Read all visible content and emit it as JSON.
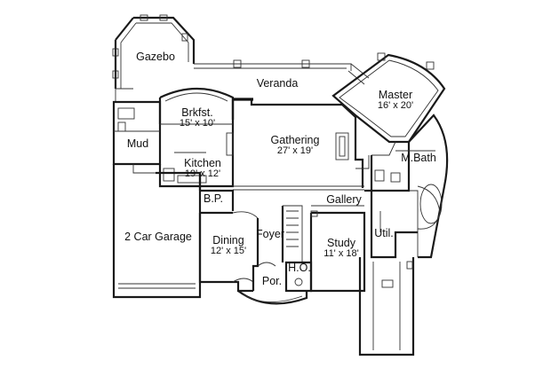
{
  "rooms": {
    "gazebo": {
      "name": "Gazebo"
    },
    "veranda": {
      "name": "Veranda"
    },
    "master": {
      "name": "Master",
      "dims": "16' x 20'"
    },
    "brkfst": {
      "name": "Brkfst.",
      "dims": "15' x 10'"
    },
    "mud": {
      "name": "Mud"
    },
    "gathering": {
      "name": "Gathering",
      "dims": "27' x 19'"
    },
    "kitchen": {
      "name": "Kitchen",
      "dims": "19' x 12'"
    },
    "mbath": {
      "name": "M.Bath"
    },
    "gallery": {
      "name": "Gallery"
    },
    "bp": {
      "name": "B.P."
    },
    "garage": {
      "name": "2 Car Garage"
    },
    "dining": {
      "name": "Dining",
      "dims": "12' x 15'"
    },
    "foyer": {
      "name": "Foyer"
    },
    "study": {
      "name": "Study",
      "dims": "11' x 18'"
    },
    "util": {
      "name": "Util."
    },
    "ho": {
      "name": "H.O."
    },
    "por": {
      "name": "Por."
    }
  }
}
